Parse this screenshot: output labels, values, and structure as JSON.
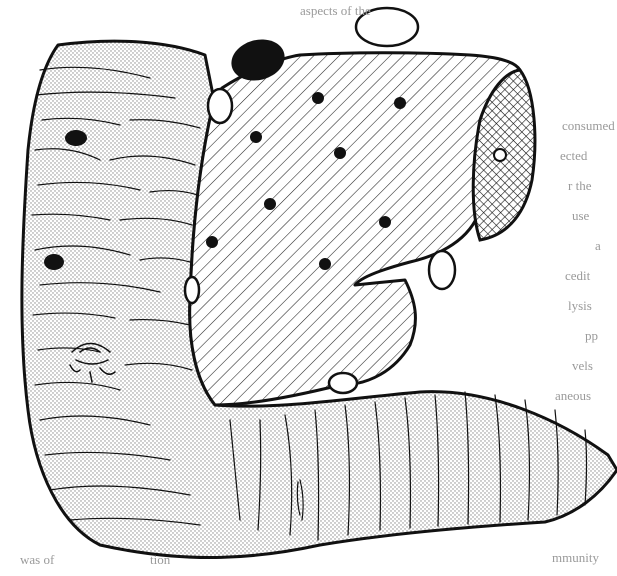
{
  "figure": {
    "background_color": "#ffffff",
    "ink_color": "#111111",
    "stipple_color": "#9a9a9a",
    "bleed_text_color": "#9a9a9a"
  },
  "bleed_through_text": [
    "aspects of the",
    "consumed",
    "ected",
    "r the",
    "use",
    "a",
    "cedit",
    "lysis",
    "pp",
    "vels",
    "aneous",
    "mmunity",
    "was of",
    "tion"
  ]
}
